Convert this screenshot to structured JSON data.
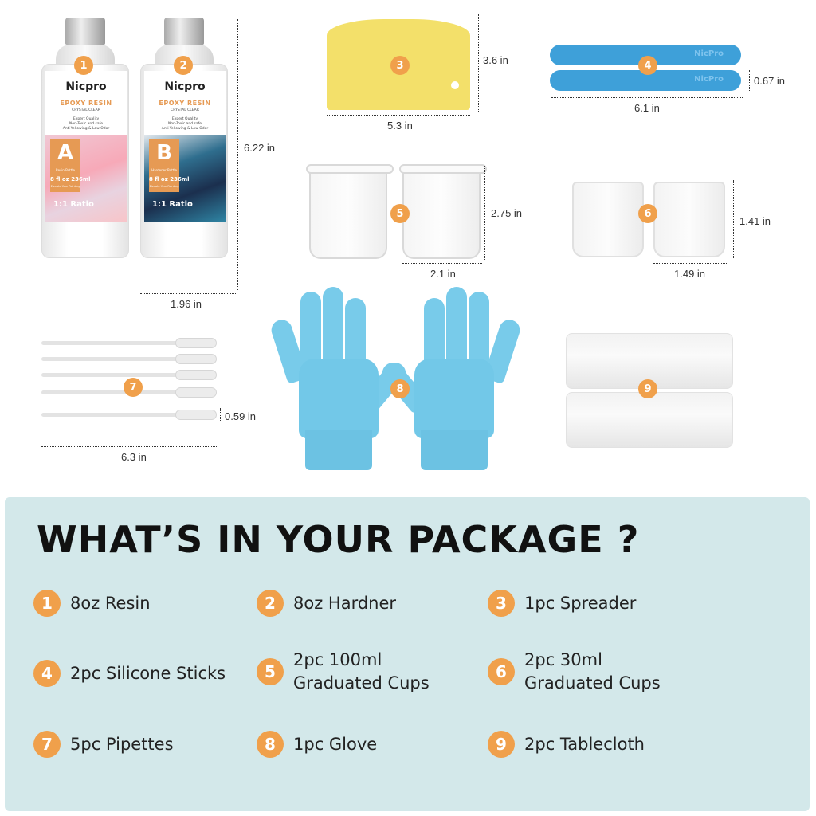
{
  "products": {
    "brand": "Nicpro",
    "title": "EPOXY RESIN",
    "subtitle": "CRYSTAL CLEAR",
    "features": "Expert Quality\nNon-Toxic and safe\nAnti-Yellowing & Low Odor",
    "bottle_a": {
      "letter": "A",
      "sub": "Resin Bottle",
      "volume": "8 fl oz  236ml",
      "slogan": "Elevate Your Painting",
      "ratio": "1:1 Ratio"
    },
    "bottle_b": {
      "letter": "B",
      "sub": "Hardener Bottle",
      "volume": "8 fl oz  236ml",
      "slogan": "Elevate Your Painting",
      "ratio": "1:1 Ratio"
    },
    "stick_brand": "NicPro"
  },
  "badges": [
    "1",
    "2",
    "3",
    "4",
    "5",
    "6",
    "7",
    "8",
    "9"
  ],
  "dimensions": {
    "bottle_height": "6.22 in",
    "bottle_width": "1.96 in",
    "spreader_height": "3.6 in",
    "spreader_width": "5.3 in",
    "stick_height": "0.67 in",
    "stick_width": "6.1 in",
    "cup100_height": "2.75 in",
    "cup100_width": "2.1 in",
    "cup30_height": "1.41 in",
    "cup30_width": "1.49 in",
    "pipette_height": "0.59 in",
    "pipette_width": "6.3 in"
  },
  "package": {
    "heading": "WHAT’S IN YOUR PACKAGE ?",
    "items": [
      {
        "num": "1",
        "text": "8oz Resin"
      },
      {
        "num": "2",
        "text": "8oz Hardner"
      },
      {
        "num": "3",
        "text": "1pc Spreader"
      },
      {
        "num": "4",
        "text": "2pc Silicone Sticks"
      },
      {
        "num": "5",
        "text": "2pc  100ml\nGraduated Cups"
      },
      {
        "num": "6",
        "text": "2pc  30ml\nGraduated Cups"
      },
      {
        "num": "7",
        "text": "5pc Pipettes"
      },
      {
        "num": "8",
        "text": "1pc Glove"
      },
      {
        "num": "9",
        "text": "2pc Tablecloth"
      }
    ]
  },
  "colors": {
    "accent": "#f0a04b",
    "panel": "#d3e8ea",
    "stick": "#3ea0d9",
    "glove": "#72c8e8",
    "spreader": "#f3e06a"
  }
}
